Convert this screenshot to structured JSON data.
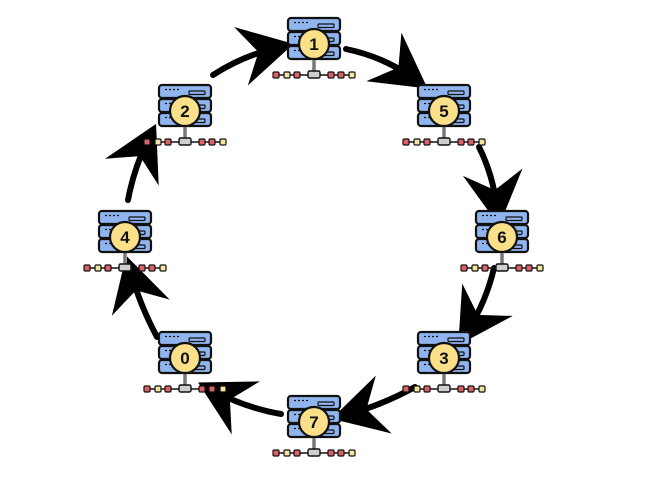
{
  "diagram": {
    "type": "ring",
    "nodes": [
      {
        "id": "1",
        "label": "1"
      },
      {
        "id": "5",
        "label": "5"
      },
      {
        "id": "6",
        "label": "6"
      },
      {
        "id": "3",
        "label": "3"
      },
      {
        "id": "7",
        "label": "7"
      },
      {
        "id": "0",
        "label": "0"
      },
      {
        "id": "4",
        "label": "4"
      },
      {
        "id": "2",
        "label": "2"
      }
    ],
    "edges": [
      {
        "from": "1",
        "to": "5"
      },
      {
        "from": "5",
        "to": "6"
      },
      {
        "from": "6",
        "to": "3"
      },
      {
        "from": "3",
        "to": "7"
      },
      {
        "from": "7",
        "to": "0"
      },
      {
        "from": "0",
        "to": "4"
      },
      {
        "from": "4",
        "to": "2"
      },
      {
        "from": "2",
        "to": "1"
      }
    ],
    "node_icon": "server-icon",
    "colors": {
      "server_fill": "#8fb4ee",
      "server_stroke": "#111111",
      "badge_fill": "#fbe08a",
      "arrow": "#000000",
      "link_dot_red": "#e0606a",
      "link_dot_yellow": "#f3e4a0"
    }
  }
}
